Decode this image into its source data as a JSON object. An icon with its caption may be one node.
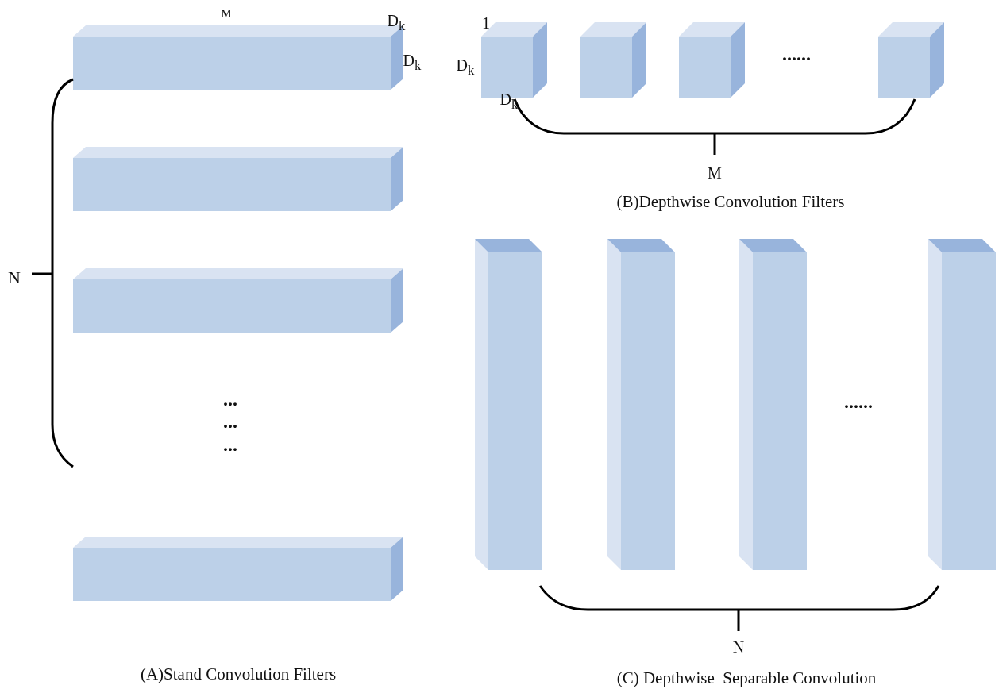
{
  "diagram": {
    "labels": [
      "M",
      "D$_{k}$",
      "1",
      "......",
      "D$_{k}$",
      "D$_{k}$",
      "D$_{k}$",
      "M",
      "(B)Depthwise Convolution Filters",
      "N",
      "...",
      "......",
      "...",
      "...",
      "N",
      "(A)Stand Convolution Filters",
      "(C) Depthwise  Separable Convolution"
    ]
  }
}
